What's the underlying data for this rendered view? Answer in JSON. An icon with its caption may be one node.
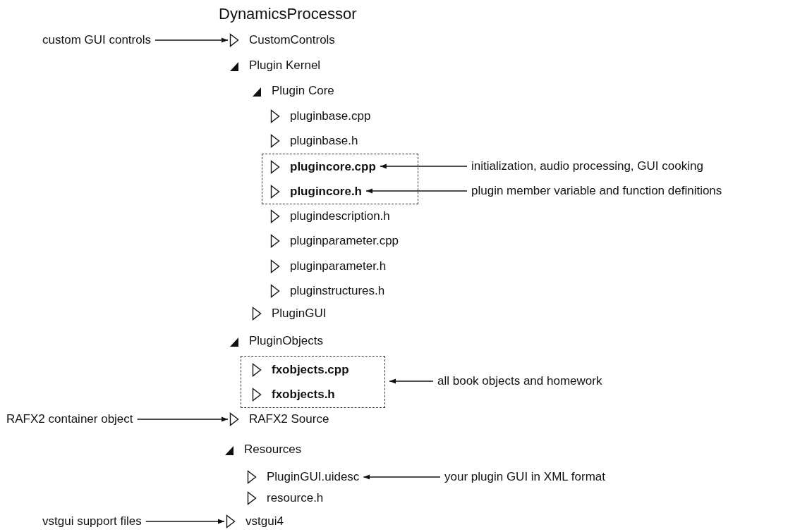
{
  "diagram": {
    "nodes": [
      {
        "text": [
          "DynamicsProcessor"
        ]
      },
      {
        "text": [
          "custom GUI controls"
        ]
      },
      {
        "text": [
          "CustomControls"
        ]
      },
      {
        "text": [
          "Plugin Kernel"
        ]
      },
      {
        "text": [
          "Plugin Core"
        ]
      },
      {
        "text": [
          "pluginbase.cpp"
        ]
      },
      {
        "text": [
          "pluginbase.h"
        ]
      },
      {
        "text": [],
        "shape": "box"
      },
      {
        "text": [
          "plugincore.cpp"
        ],
        "in": 7
      },
      {
        "text": [
          "initialization, audio processing, GUI cooking"
        ]
      },
      {
        "text": [
          "plugincore.h"
        ],
        "in": 7
      },
      {
        "text": [
          "plugin member variable and function definitions"
        ]
      },
      {
        "text": [
          "plugindescription.h"
        ]
      },
      {
        "text": [
          "pluginparameter.cpp"
        ]
      },
      {
        "text": [
          "pluginparameter.h"
        ]
      },
      {
        "text": [
          "pluginstructures.h"
        ]
      },
      {
        "text": [
          "PluginGUI"
        ]
      },
      {
        "text": [
          "PluginObjects"
        ]
      },
      {
        "text": [],
        "shape": "box"
      },
      {
        "text": [
          "fxobjects.cpp"
        ],
        "in": 18
      },
      {
        "text": [
          "fxobjects.h"
        ],
        "in": 18
      },
      {
        "text": [
          "all book objects and homework"
        ]
      },
      {
        "text": [
          "RAFX2 container object"
        ]
      },
      {
        "text": [
          "RAFX2 Source"
        ]
      },
      {
        "text": [
          "Resources"
        ]
      },
      {
        "text": [
          "PluginGUI.uidesc"
        ]
      },
      {
        "text": [
          "your plugin GUI in XML format"
        ]
      },
      {
        "text": [
          "resource.h"
        ]
      },
      {
        "text": [
          "vstgui support files"
        ]
      },
      {
        "text": [
          "vstgui4"
        ]
      }
    ],
    "edges": [
      {
        "from": 1,
        "to": 2,
        "arrow": "to"
      },
      {
        "from": 9,
        "to": 8,
        "arrow": "to"
      },
      {
        "from": 11,
        "to": 10,
        "arrow": "to"
      },
      {
        "from": 21,
        "to": 18,
        "arrow": "to"
      },
      {
        "from": 22,
        "to": 23,
        "arrow": "to"
      },
      {
        "from": 26,
        "to": 25,
        "arrow": "to"
      },
      {
        "from": 28,
        "to": 29,
        "arrow": "to"
      }
    ]
  }
}
